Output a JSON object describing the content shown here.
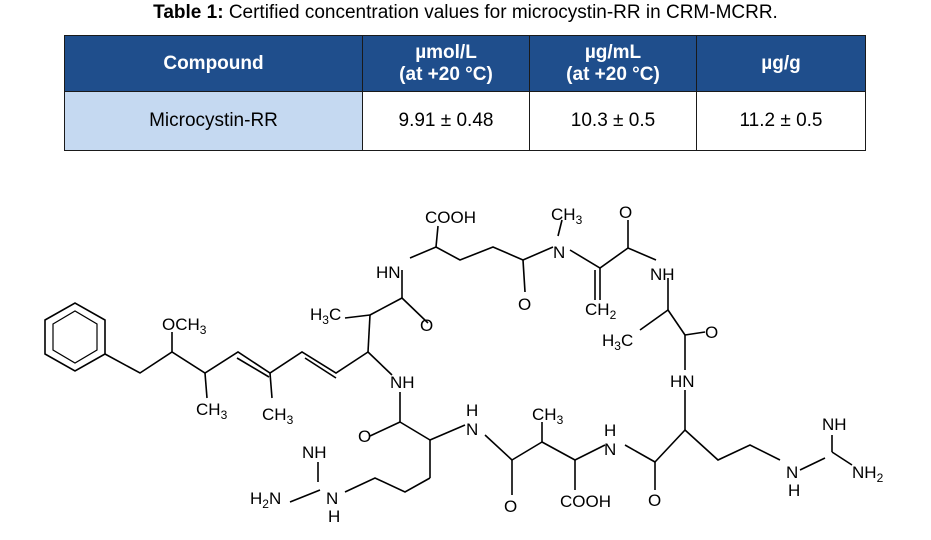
{
  "caption": {
    "label": "Table 1:",
    "text": "Certified concentration values for microcystin-RR in CRM-MCRR."
  },
  "table": {
    "headers": [
      {
        "line1": "Compound",
        "line2": ""
      },
      {
        "line1": "µmol/L",
        "line2": "(at +20 °C)"
      },
      {
        "line1": "µg/mL",
        "line2": "(at +20 °C)"
      },
      {
        "line1": "µg/g",
        "line2": ""
      }
    ],
    "rows": [
      [
        "Microcystin-RR",
        "9.91 ± 0.48",
        "10.3 ± 0.5",
        "11.2 ± 0.5"
      ]
    ]
  },
  "structure": {
    "labels": {
      "cooh_top": "COOH",
      "ch3_n": "CH",
      "ch3_n_sub": "3",
      "o_top": "O",
      "hn_top": "HN",
      "nh_topright": "NH",
      "n_methyl": "N",
      "h3c_left": "H",
      "h3c_left_sub": "3",
      "h3c_left_c": "C",
      "o_mid1": "O",
      "o_mid2": "O",
      "ch2": "CH",
      "ch2_sub": "2",
      "h3c_right": "H",
      "h3c_right_sub": "3",
      "h3c_right_c": "C",
      "o_right": "O",
      "och3": "OCH",
      "och3_sub": "3",
      "nh_center": "NH",
      "hn_right": "HN",
      "ch3_a": "CH",
      "ch3_a_sub": "3",
      "ch3_b": "CH",
      "ch3_b_sub": "3",
      "o_left_low": "O",
      "h_amide": "H",
      "n_amide": "N",
      "ch3_ala": "CH",
      "ch3_ala_sub": "3",
      "h_amide2": "H",
      "n_amide2": "N",
      "nh_guan_left": "NH",
      "h2n_left": "H",
      "h2n_left_sub": "2",
      "h2n_left_n": "N",
      "n_guan_left": "N",
      "h_guan_left": "H",
      "o_bottom1": "O",
      "cooh_bottom": "COOH",
      "o_bottom2": "O",
      "nh_guan_right": "NH",
      "n_guan_right": "N",
      "h_guan_right": "H",
      "nh2_right": "NH",
      "nh2_right_sub": "2"
    }
  }
}
